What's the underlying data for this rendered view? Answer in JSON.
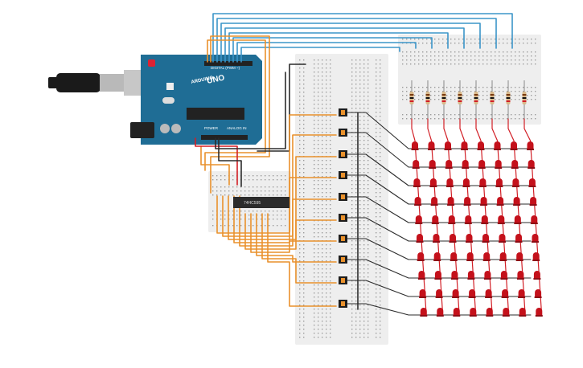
{
  "arduino": {
    "logo_text": "ARDUINO",
    "model_text": "UNO",
    "digital_label": "DIGITAL (PWM ~)",
    "power_label": "POWER",
    "analog_label": "ANALOG IN",
    "color": "#1f6d95"
  },
  "shift_register": {
    "label": "74HC595"
  },
  "led_matrix": {
    "rows": 10,
    "cols": 8,
    "led_color": "#c4111b"
  },
  "resistor_count": 8,
  "transistor_count": 10,
  "colors": {
    "wire_blue": "#3b95c8",
    "wire_orange": "#e9912c",
    "wire_black": "#2b2b2b",
    "wire_red": "#d21f26",
    "breadboard": "#eeeeee"
  }
}
